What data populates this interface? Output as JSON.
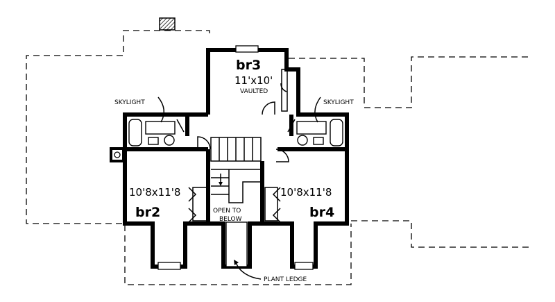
{
  "rooms": {
    "br3": {
      "name": "br3",
      "dimensions": "11'x10'",
      "note": "VAULTED"
    },
    "br2": {
      "name": "br2",
      "dimensions": "10'8x11'8"
    },
    "br4": {
      "name": "br4",
      "dimensions": "10'8x11'8"
    }
  },
  "annotations": {
    "skylight_left": "SKYLIGHT",
    "skylight_right": "SKYLIGHT",
    "open_to_below_line1": "OPEN TO",
    "open_to_below_line2": "BELOW",
    "plant_ledge": "PLANT LEDGE"
  },
  "colors": {
    "ink": "#000000",
    "paper": "#ffffff"
  }
}
